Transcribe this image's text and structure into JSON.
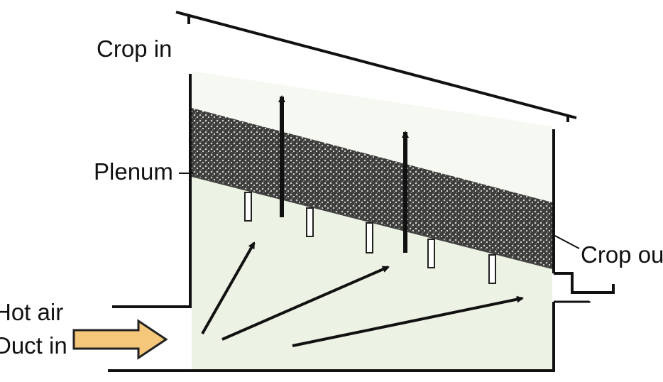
{
  "labels": {
    "crop_in": "Crop in",
    "plenum": "Plenum",
    "crop_out": "Crop out",
    "hot_air": "Hot air",
    "duct_in": "Duct in"
  },
  "colors": {
    "outline": "#111111",
    "plenum_fill": "#edf3e4",
    "grain_fill": "#4a4a48",
    "duct_arrow_fill": "#f4c77a",
    "duct_arrow_stroke": "#222222"
  }
}
